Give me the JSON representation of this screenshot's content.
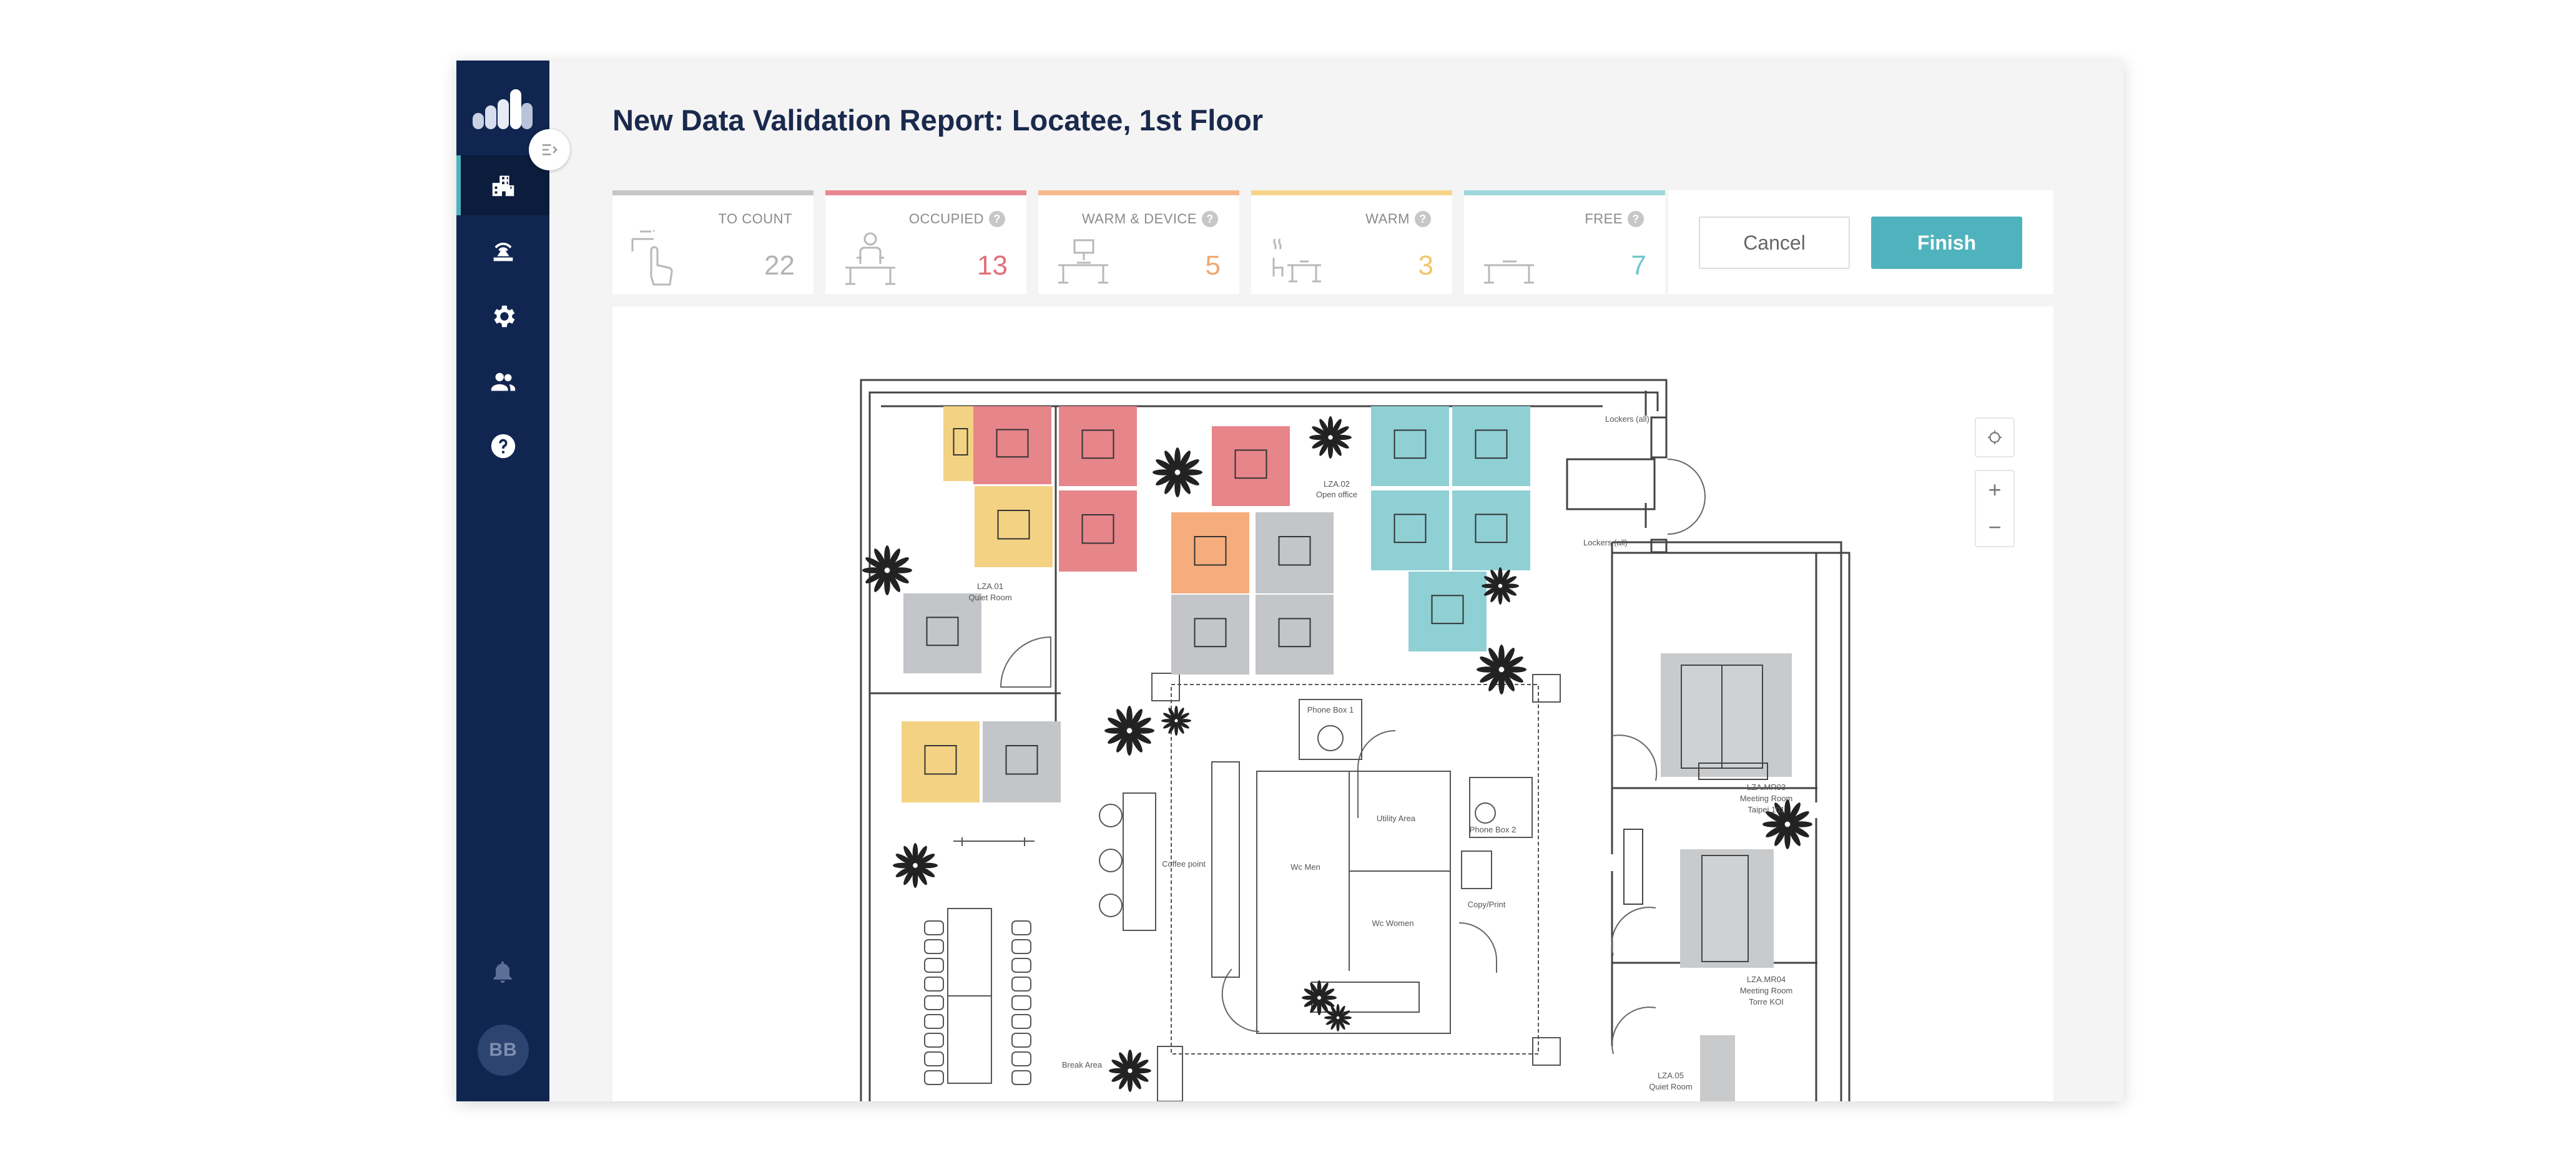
{
  "page": {
    "title": "New Data Validation Report: Locatee, 1st Floor"
  },
  "sidebar": {
    "items": [
      {
        "id": "buildings",
        "icon": "building-icon",
        "active": true
      },
      {
        "id": "sensors",
        "icon": "sensor-icon",
        "active": false
      },
      {
        "id": "settings",
        "icon": "gear-icon",
        "active": false
      },
      {
        "id": "users",
        "icon": "users-icon",
        "active": false
      },
      {
        "id": "help",
        "icon": "help-icon",
        "active": false
      }
    ],
    "notification_icon": "bell-icon",
    "avatar_initials": "BB"
  },
  "stats": [
    {
      "id": "to_count",
      "label": "TO COUNT",
      "value": "22",
      "color": "#b3b3b3",
      "bar": "#c6c6c6",
      "help": false,
      "icon": "touch-hand-icon"
    },
    {
      "id": "occupied",
      "label": "OCCUPIED",
      "value": "13",
      "color": "#e0707a",
      "bar": "#e8888e",
      "help": true,
      "icon": "person-at-desk-icon"
    },
    {
      "id": "warm_device",
      "label": "WARM & DEVICE",
      "value": "5",
      "color": "#f3a870",
      "bar": "#f7b98c",
      "help": true,
      "icon": "desk-with-monitor-icon"
    },
    {
      "id": "warm",
      "label": "WARM",
      "value": "3",
      "color": "#f2c66a",
      "bar": "#f6d489",
      "help": true,
      "icon": "warm-desk-icon"
    },
    {
      "id": "free",
      "label": "FREE",
      "value": "7",
      "color": "#6fc7cf",
      "bar": "#9dd6db",
      "help": true,
      "icon": "empty-desk-icon"
    }
  ],
  "actions": {
    "cancel": "Cancel",
    "finish": "Finish"
  },
  "map": {
    "zones": {
      "lza01": "LZA.01",
      "lza01_sub": "Quiet Room",
      "lza02": "LZA.02",
      "lza02_sub": "Open office",
      "mr03": "LZA.MR03",
      "mr03_sub": "Meeting Room",
      "mr03_name": "Taipei 101",
      "mr04": "LZA.MR04",
      "mr04_sub": "Meeting Room",
      "mr04_name": "Torre KOI",
      "lza05": "LZA.05",
      "lza05_sub": "Quiet Room"
    },
    "rooms": {
      "lockers1": "Lockers (all)",
      "lockers2": "Lockers (all)",
      "phone1": "Phone Box 1",
      "phone2": "Phone Box 2",
      "utility": "Utility Area",
      "wc_men": "Wc Men",
      "wc_women": "Wc Women",
      "copy": "Copy/Print",
      "coffee": "Coffee point",
      "break": "Break Area"
    },
    "controls": {
      "recenter": "target-icon",
      "zoom_in": "+",
      "zoom_out": "−"
    }
  }
}
